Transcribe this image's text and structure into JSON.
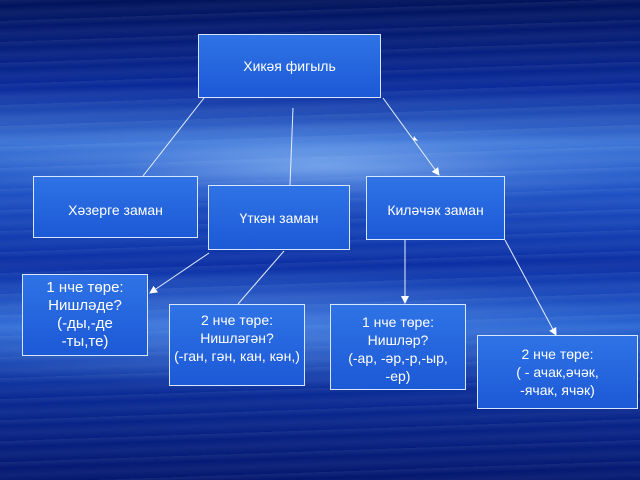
{
  "root": {
    "label": "Хикәя фигыль"
  },
  "tenses": {
    "present": "Хәзерге заман",
    "past": "Үткән заман",
    "future": "Киләчәк заман"
  },
  "forms": {
    "past1": {
      "title": "1 нче төре:",
      "question": "Нишләде?",
      "suffix1": "(-ды,-де",
      "suffix2": "-ты,те)"
    },
    "past2": {
      "title": "2 нче төре:",
      "question": "Нишләгән?",
      "suffix1": "(-ган, гән, кан, кән,)"
    },
    "future1": {
      "title": "1 нче төре:",
      "question": "Нишләр?",
      "suffix1": "(-ар, -әр,-р,-ыр,",
      "suffix2": "-ер)"
    },
    "future2": {
      "title": "2 нче төре:",
      "suffix1": "( - ачак,әчәк,",
      "suffix2": "-ячак, ячәк)"
    }
  },
  "colors": {
    "box_fill": "#2566de",
    "box_border": "#d8e6ff",
    "line": "#e6eeff"
  }
}
